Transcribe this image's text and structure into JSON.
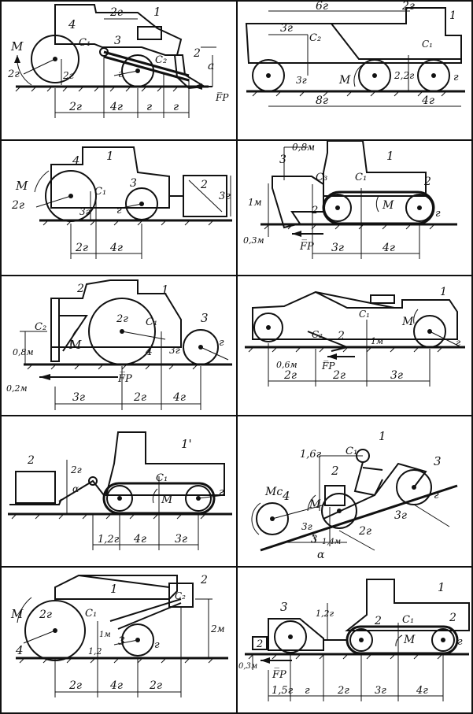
{
  "cells": [
    {
      "id": "p1",
      "labels": {
        "n1": "1",
        "n2": "2",
        "n3": "3",
        "n4": "4",
        "M": "M",
        "C1": "C₁",
        "C2": "C₂",
        "Fp": "F̅P",
        "a": "a",
        "d_top": "2г",
        "d_left": "2г",
        "d_h1": "2г",
        "d_r": "г",
        "d_b1": "2г",
        "d_b2": "4г",
        "d_b3": "г",
        "d_b4": "г"
      }
    },
    {
      "id": "p2",
      "labels": {
        "n1": "1",
        "M": "M",
        "C1": "C₁",
        "C2": "C₂",
        "d_t1": "6г",
        "d_t2": "2г",
        "d_3r": "3г",
        "d_3r_h": "3г",
        "d_22": "2,2г",
        "d_r": "г",
        "d_b1": "8г",
        "d_b2": "4г"
      }
    },
    {
      "id": "p3",
      "labels": {
        "n1": "1",
        "n2": "2",
        "n3": "3",
        "n4": "4",
        "M": "M",
        "C1": "C₁",
        "d_2r": "2г",
        "d_3r": "3г",
        "d_3r2": "3г",
        "d_r": "г",
        "d_b1": "2г",
        "d_b2": "4г"
      }
    },
    {
      "id": "p4",
      "labels": {
        "n1": "1",
        "n2": "2",
        "n2b": "2",
        "n3": "3",
        "M": "M",
        "C1": "C₁",
        "C3": "C₃",
        "Fp": "F̅P",
        "d_08": "0,8м",
        "d_1m": "1м",
        "d_03": "0,3м",
        "d_r": "г",
        "d_b1": "3г",
        "d_b2": "4г"
      }
    },
    {
      "id": "p5",
      "labels": {
        "n1": "1",
        "n2": "2",
        "n3": "3",
        "n4": "4",
        "M": "M",
        "C1": "C₁",
        "C2": "C₂",
        "Fp": "F̅P",
        "d_08": "0,8м",
        "d_02": "0,2м",
        "d_2r": "2г",
        "d_3r": "3г",
        "d_r": "г",
        "d_b1": "3г",
        "d_b2": "2г",
        "d_b3": "4г"
      }
    },
    {
      "id": "p6",
      "labels": {
        "n1": "1",
        "n2": "2",
        "M": "M",
        "C1": "C₁",
        "C2": "C₂",
        "Fp": "F̅P",
        "d_06": "0,6м",
        "d_1m": "1м",
        "d_r": "г",
        "d_b1": "2г",
        "d_b2": "2г",
        "d_b3": "3г"
      }
    },
    {
      "id": "p7",
      "labels": {
        "n1": "1'",
        "n2": "2",
        "M": "M",
        "C1": "C₁",
        "alpha": "α",
        "d_2r": "2г",
        "d_r": "г",
        "d_b1": "1,2г",
        "d_b2": "4г",
        "d_b3": "3г"
      }
    },
    {
      "id": "p8",
      "labels": {
        "n1": "1",
        "n2": "2",
        "n3": "3",
        "n3b": "3",
        "n4": "4",
        "Mc": "Mc",
        "M": "M",
        "C1": "C₁",
        "alpha": "α",
        "d_16": "1,6г",
        "d_3r": "3г",
        "d_r": "г",
        "d_2r": "2г",
        "d_3rb": "3г",
        "d_14": "1,4м"
      }
    },
    {
      "id": "p9",
      "labels": {
        "n1": "1",
        "n2": "2",
        "n3": "3",
        "n4": "4",
        "M": "M",
        "C1": "C₁",
        "C2": "C₂",
        "d_2r": "2г",
        "d_1m": "1м",
        "d_12": "1,2",
        "d_r": "г",
        "d_2m": "2м",
        "d_b1": "2г",
        "d_b2": "4г",
        "d_b3": "2г"
      }
    },
    {
      "id": "p10",
      "labels": {
        "n1": "1",
        "n2": "2",
        "n2b": "2",
        "n2c": "2",
        "n3": "3",
        "M": "M",
        "C1": "C₁",
        "Fp": "F̅P",
        "d_12": "1,2г",
        "d_03": "0,3м",
        "d_b1": "1,5г",
        "d_b2": "г",
        "d_b3": "2г",
        "d_b4": "3г",
        "d_b5": "4г",
        "d_r": "г"
      }
    }
  ]
}
